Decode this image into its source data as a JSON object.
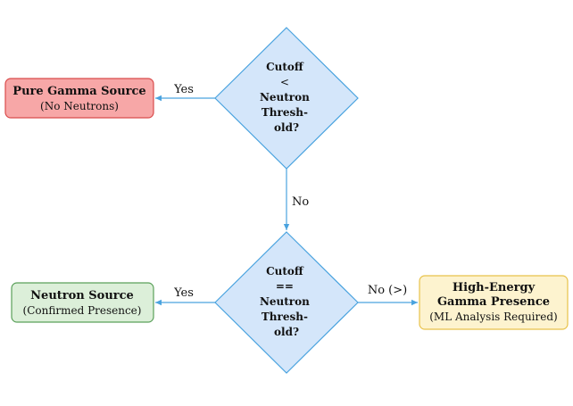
{
  "diagram": {
    "decision1": {
      "lines": [
        "Cutoff",
        "<",
        "Neutron",
        "Thresh-",
        "old?"
      ]
    },
    "decision2": {
      "lines": [
        "Cutoff",
        "==",
        "Neutron",
        "Thresh-",
        "old?"
      ]
    },
    "pure_gamma": {
      "title": "Pure Gamma Source",
      "subtitle": "(No Neutrons)"
    },
    "neutron_source": {
      "title": "Neutron Source",
      "subtitle": "(Confirmed Presence)"
    },
    "high_energy": {
      "title_line1": "High-Energy",
      "title_line2": "Gamma Presence",
      "subtitle": "(ML Analysis Required)"
    },
    "edges": {
      "d1_yes": "Yes",
      "d1_no": "No",
      "d2_yes": "Yes",
      "d2_no": "No (>)"
    },
    "colors": {
      "arrow": "#4aa3df",
      "diamond_fill": "#d4e6fa",
      "diamond_stroke": "#4aa3df",
      "red_fill": "#f7a7a7",
      "red_stroke": "#d94b4b",
      "green_fill": "#dcefd9",
      "green_stroke": "#5aa05a",
      "yellow_fill": "#fdf3cf",
      "yellow_stroke": "#e8c24a"
    }
  }
}
